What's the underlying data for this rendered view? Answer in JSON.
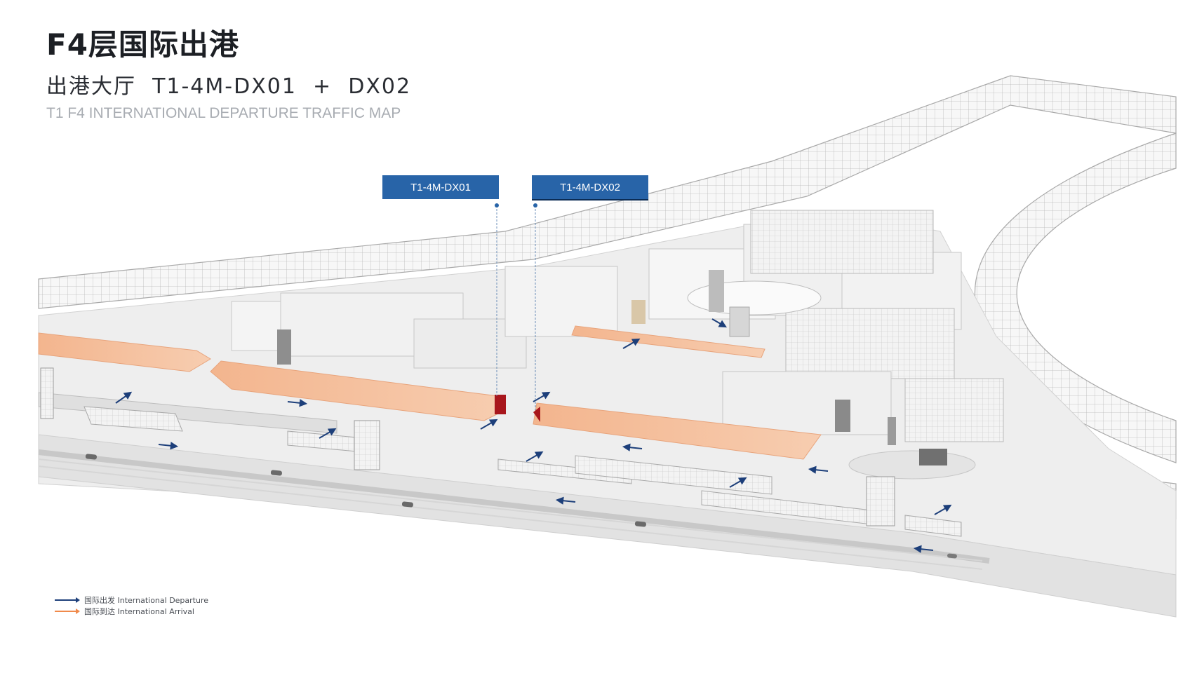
{
  "header": {
    "title": "F4层国际出港",
    "subtitle": "出港大厅  T1-4M-DX01  +  DX02",
    "subtitle_en": "T1 F4 INTERNATIONAL DEPARTURE TRAFFIC MAP"
  },
  "callouts": [
    {
      "label": "T1-4M-DX01"
    },
    {
      "label": "T1-4M-DX02"
    }
  ],
  "legend": [
    {
      "label": "国际出发 International Departure",
      "color": "#1d3f7a"
    },
    {
      "label": "国际到达 International Arrival",
      "color": "#f08a4b"
    }
  ],
  "colors": {
    "departure_arrow": "#1d3f7a",
    "arrival_zone": "#f5c3a1",
    "callout": "#2864a8",
    "marker": "#a8161c"
  }
}
